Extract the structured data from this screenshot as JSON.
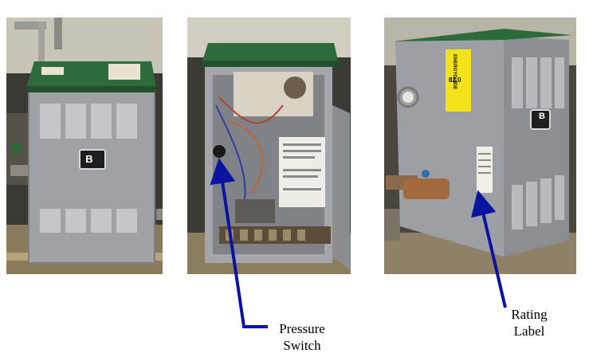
{
  "callouts": {
    "pressure_switch": {
      "line1": "Pressure",
      "line2": "Switch"
    },
    "rating_label": {
      "line1": "Rating",
      "line2": "Label"
    }
  },
  "photos": {
    "left_logo": "B",
    "right_logo": "B",
    "energy_guide_title": "ENERGYGUIDE",
    "energy_guide_value": "82.0"
  },
  "colors": {
    "boiler_jacket": "#9a9ea3",
    "boiler_top": "#2e6b3a",
    "arrow": "#0a14a0"
  }
}
